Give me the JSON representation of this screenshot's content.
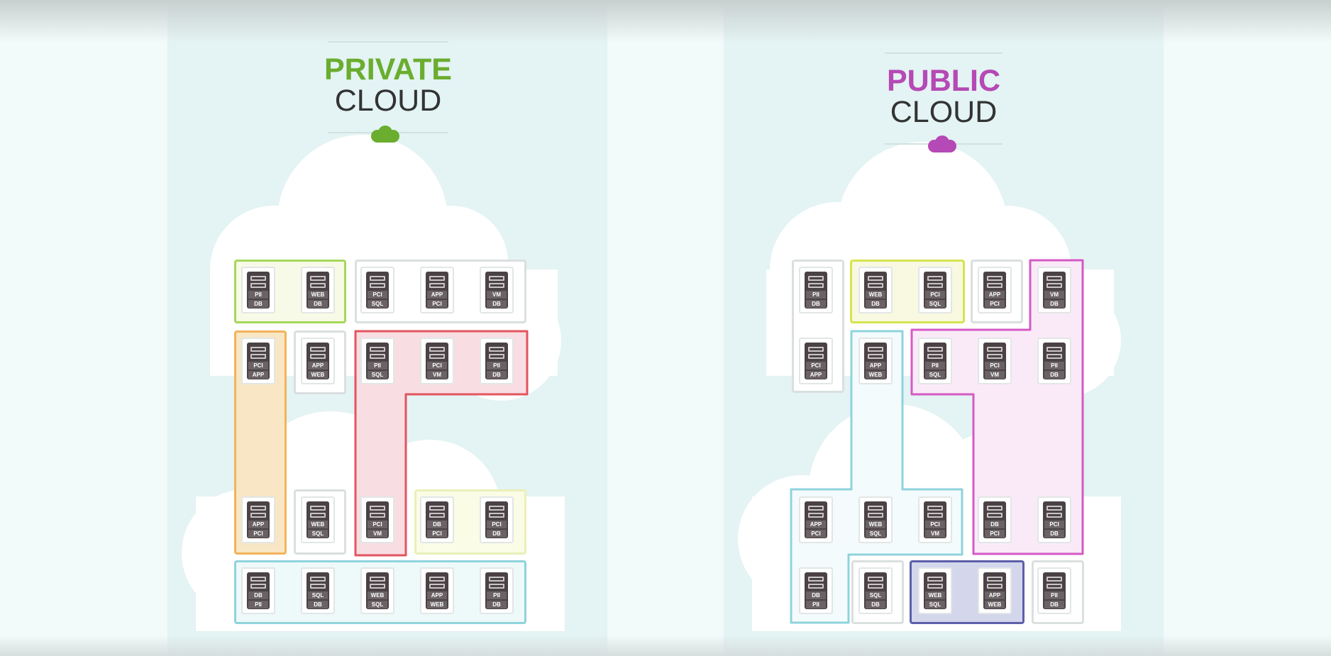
{
  "private": {
    "title_line1": "PRIVATE",
    "title_line2": "CLOUD",
    "accent": "#6aad2f",
    "icon": "cloud-icon",
    "servers": [
      [
        "PII",
        "DB"
      ],
      [
        "WEB",
        "DB"
      ],
      [
        "PCI",
        "SQL"
      ],
      [
        "APP",
        "PCI"
      ],
      [
        "VM",
        "DB"
      ],
      [
        "PCI",
        "APP"
      ],
      [
        "APP",
        "WEB"
      ],
      [
        "PII",
        "SQL"
      ],
      [
        "PCI",
        "VM"
      ],
      [
        "PII",
        "DB"
      ],
      [
        "APP",
        "PCI"
      ],
      [
        "WEB",
        "SQL"
      ],
      [
        "PCI",
        "VM"
      ],
      [
        "DB",
        "PCI"
      ],
      [
        "PCI",
        "DB"
      ],
      [
        "DB",
        "PII"
      ],
      [
        "SQL",
        "DB"
      ],
      [
        "WEB",
        "SQL"
      ],
      [
        "APP",
        "WEB"
      ],
      [
        "PII",
        "DB"
      ]
    ]
  },
  "public": {
    "title_line1": "PUBLIC",
    "title_line2": "CLOUD",
    "accent": "#b549b5",
    "icon": "cloud-icon",
    "servers": [
      [
        "PII",
        "DB"
      ],
      [
        "WEB",
        "DB"
      ],
      [
        "PCI",
        "SQL"
      ],
      [
        "APP",
        "PCI"
      ],
      [
        "VM",
        "DB"
      ],
      [
        "PCI",
        "APP"
      ],
      [
        "APP",
        "WEB"
      ],
      [
        "PII",
        "SQL"
      ],
      [
        "PCI",
        "VM"
      ],
      [
        "PII",
        "DB"
      ],
      [
        "APP",
        "PCI"
      ],
      [
        "WEB",
        "SQL"
      ],
      [
        "PCI",
        "VM"
      ],
      [
        "DB",
        "PCI"
      ],
      [
        "PCI",
        "DB"
      ],
      [
        "DB",
        "PII"
      ],
      [
        "SQL",
        "DB"
      ],
      [
        "WEB",
        "SQL"
      ],
      [
        "APP",
        "WEB"
      ],
      [
        "PII",
        "DB"
      ]
    ]
  },
  "group_colors": {
    "green": "#a6d75a",
    "orange": "#f2b35b",
    "red": "#e2545f",
    "yellow": "#e6ef9a",
    "cyan": "#8fd3dc",
    "magenta": "#d45ac4",
    "lime": "#d6e350",
    "navy": "#5c5fa8",
    "gray": "#d6dcdc"
  }
}
